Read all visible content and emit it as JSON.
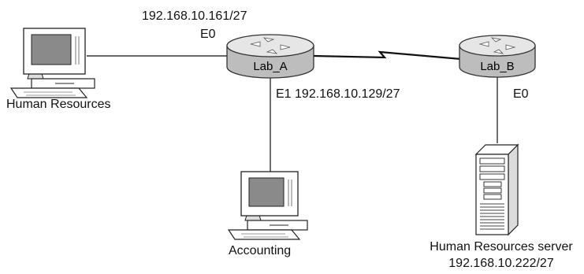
{
  "colors": {
    "background": "#ffffff",
    "line": "#333333",
    "router_top": "#e6e6e6",
    "router_body": "#bdbdbd",
    "device_fill": "#ffffff",
    "device_stroke": "#222222",
    "screen": "#8a8a8a"
  },
  "routers": {
    "lab_a": {
      "label": "Lab_A",
      "icon": "router-icon"
    },
    "lab_b": {
      "label": "Lab_B",
      "icon": "router-icon"
    }
  },
  "hosts": {
    "hr_workstation": {
      "label": "Human Resources",
      "icon": "desktop-computer-icon"
    },
    "accounting": {
      "label": "Accounting",
      "icon": "desktop-computer-icon"
    },
    "hr_server": {
      "label": "Human Resources server",
      "address": "192.168.10.222/27",
      "icon": "tower-server-icon"
    }
  },
  "interfaces": {
    "lab_a_e0": {
      "address": "192.168.10.161/27",
      "name": "E0"
    },
    "lab_a_e1": {
      "text": "E1 192.168.10.129/27"
    },
    "lab_b_e0": {
      "name": "E0"
    }
  },
  "links": [
    {
      "from": "hr_workstation",
      "to": "lab_a",
      "type": "ethernet"
    },
    {
      "from": "lab_a",
      "to": "accounting",
      "type": "ethernet"
    },
    {
      "from": "lab_a",
      "to": "lab_b",
      "type": "serial"
    },
    {
      "from": "lab_b",
      "to": "hr_server",
      "type": "ethernet"
    }
  ]
}
